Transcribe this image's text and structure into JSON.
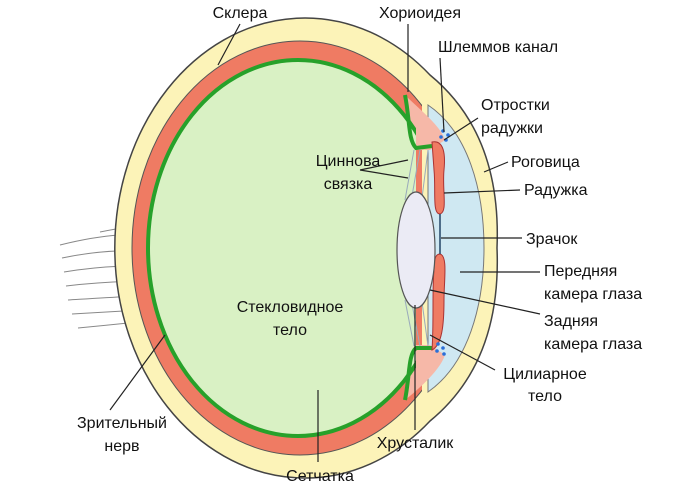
{
  "labels": {
    "sclera": "Склера",
    "choroid": "Хориоидея",
    "schlemm": "Шлеммов канал",
    "iris_processes_1": "Отростки",
    "iris_processes_2": "радужки",
    "cornea": "Роговица",
    "iris": "Радужка",
    "pupil": "Зрачок",
    "anterior_1": "Передняя",
    "anterior_2": "камера глаза",
    "posterior_1": "Задняя",
    "posterior_2": "камера глаза",
    "ciliary_1": "Цилиарное",
    "ciliary_2": "тело",
    "lens": "Хрусталик",
    "retina": "Сетчатка",
    "optic_1": "Зрительный",
    "optic_2": "нерв",
    "vitreous_1": "Стекловидное",
    "vitreous_2": "тело",
    "zonule_1": "Циннова",
    "zonule_2": "связка"
  },
  "colors": {
    "sclera": "#fcf3b8",
    "choroid": "#ef7b63",
    "retina": "#27a12a",
    "vitreous": "#d9f1c4",
    "chamber": "#cfe8f2",
    "lens": "#ebebf5",
    "ciliary": "#f6b8a8"
  }
}
